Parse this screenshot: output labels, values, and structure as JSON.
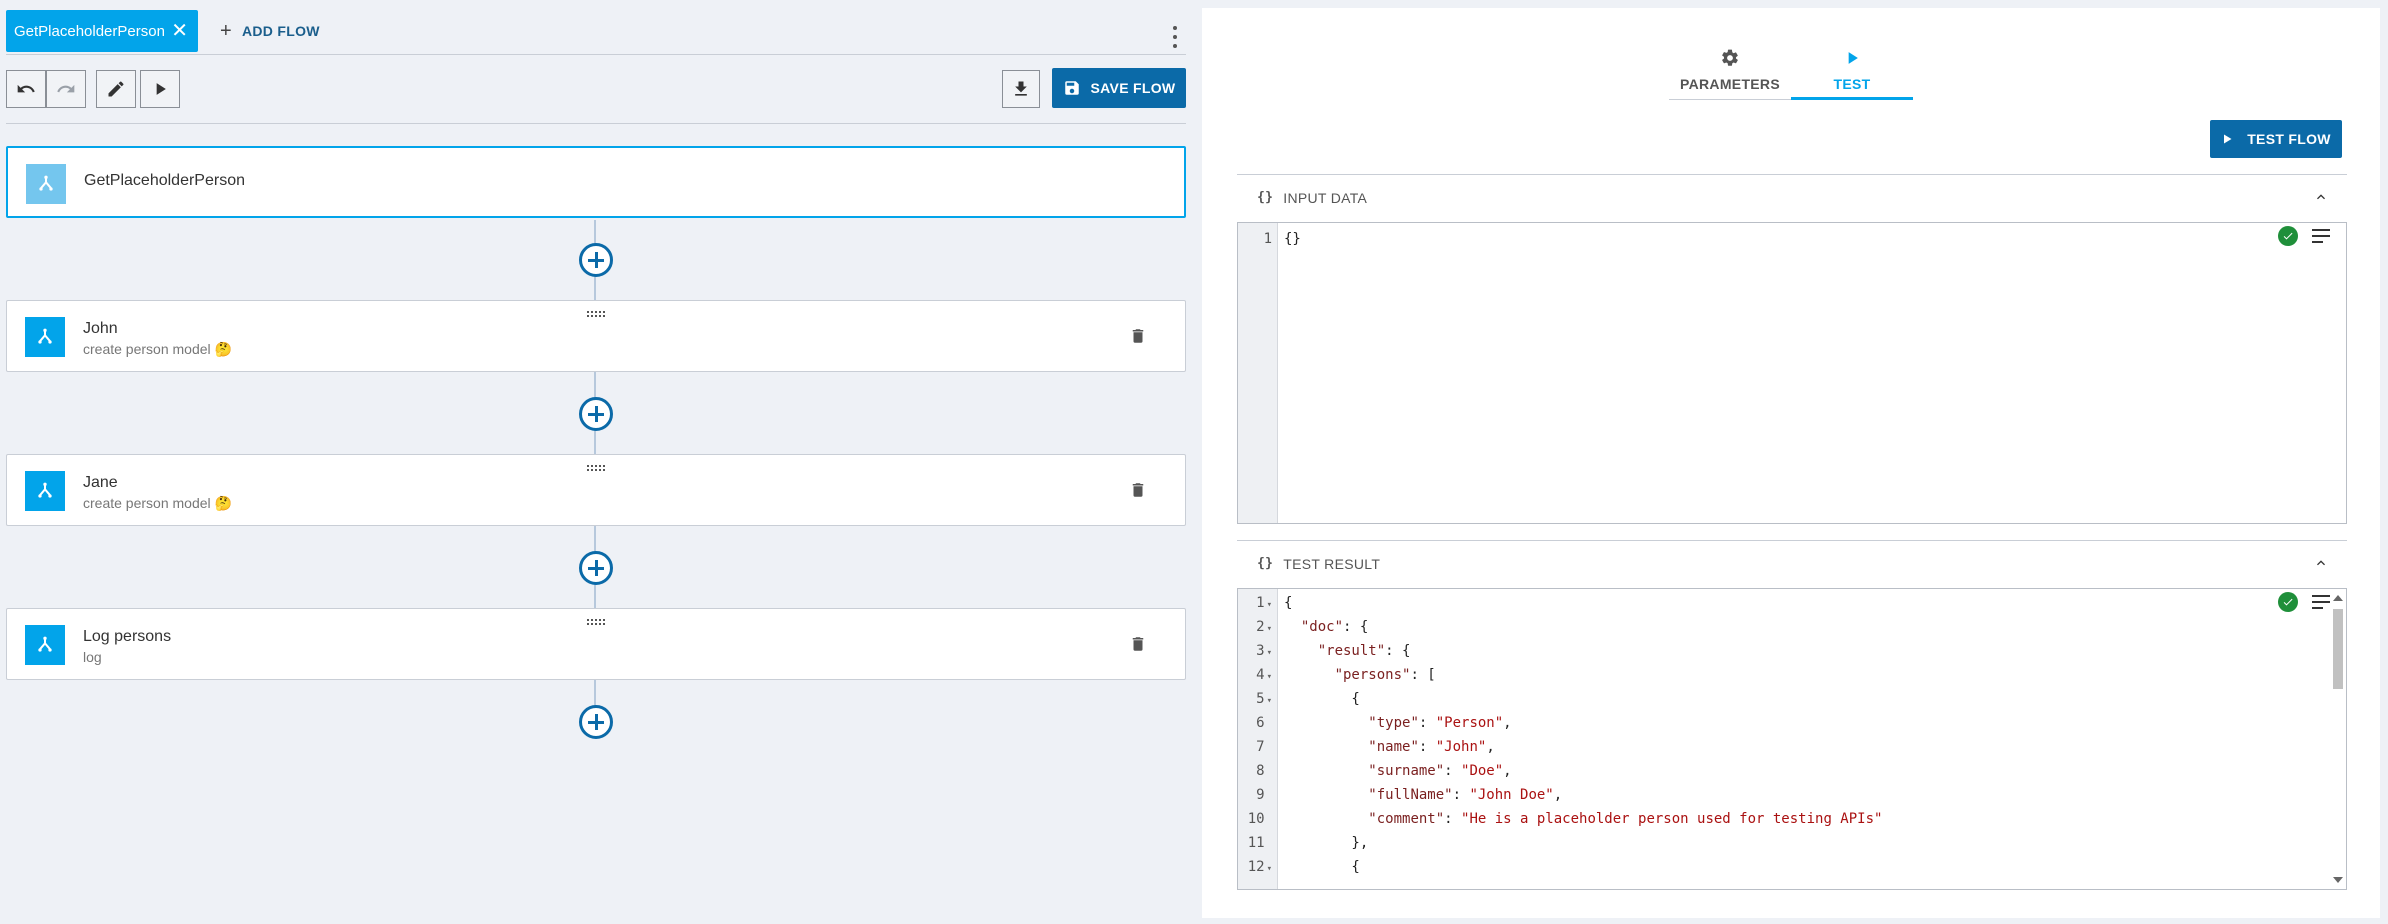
{
  "left": {
    "active_tab": "GetPlaceholderPerson",
    "add_flow_label": "ADD FLOW",
    "save_label": "SAVE FLOW",
    "nodes": [
      {
        "title": "GetPlaceholderPerson",
        "subtitle": ""
      },
      {
        "title": "John",
        "subtitle": "create person model 🤔"
      },
      {
        "title": "Jane",
        "subtitle": "create person model 🤔"
      },
      {
        "title": "Log persons",
        "subtitle": "log"
      }
    ]
  },
  "right": {
    "tabs": [
      {
        "label": "PARAMETERS",
        "icon": "gear-icon"
      },
      {
        "label": "TEST",
        "icon": "play-icon"
      }
    ],
    "active_tab": "TEST",
    "test_button": "TEST FLOW",
    "input_section": {
      "title": "INPUT DATA",
      "brace": "{}",
      "lines": [
        "{}"
      ]
    },
    "result_section": {
      "title": "TEST RESULT",
      "brace": "{}",
      "lines": [
        "{",
        "  \"doc\": {",
        "    \"result\": {",
        "      \"persons\": [",
        "        {",
        "          \"type\": \"Person\",",
        "          \"name\": \"John\",",
        "          \"surname\": \"Doe\",",
        "          \"fullName\": \"John Doe\",",
        "          \"comment\": \"He is a placeholder person used for testing APIs\"",
        "        },",
        "        {"
      ]
    }
  },
  "colors": {
    "accent": "#02a4ea",
    "primary": "#0b6aa8",
    "success": "#1f8f3a"
  }
}
